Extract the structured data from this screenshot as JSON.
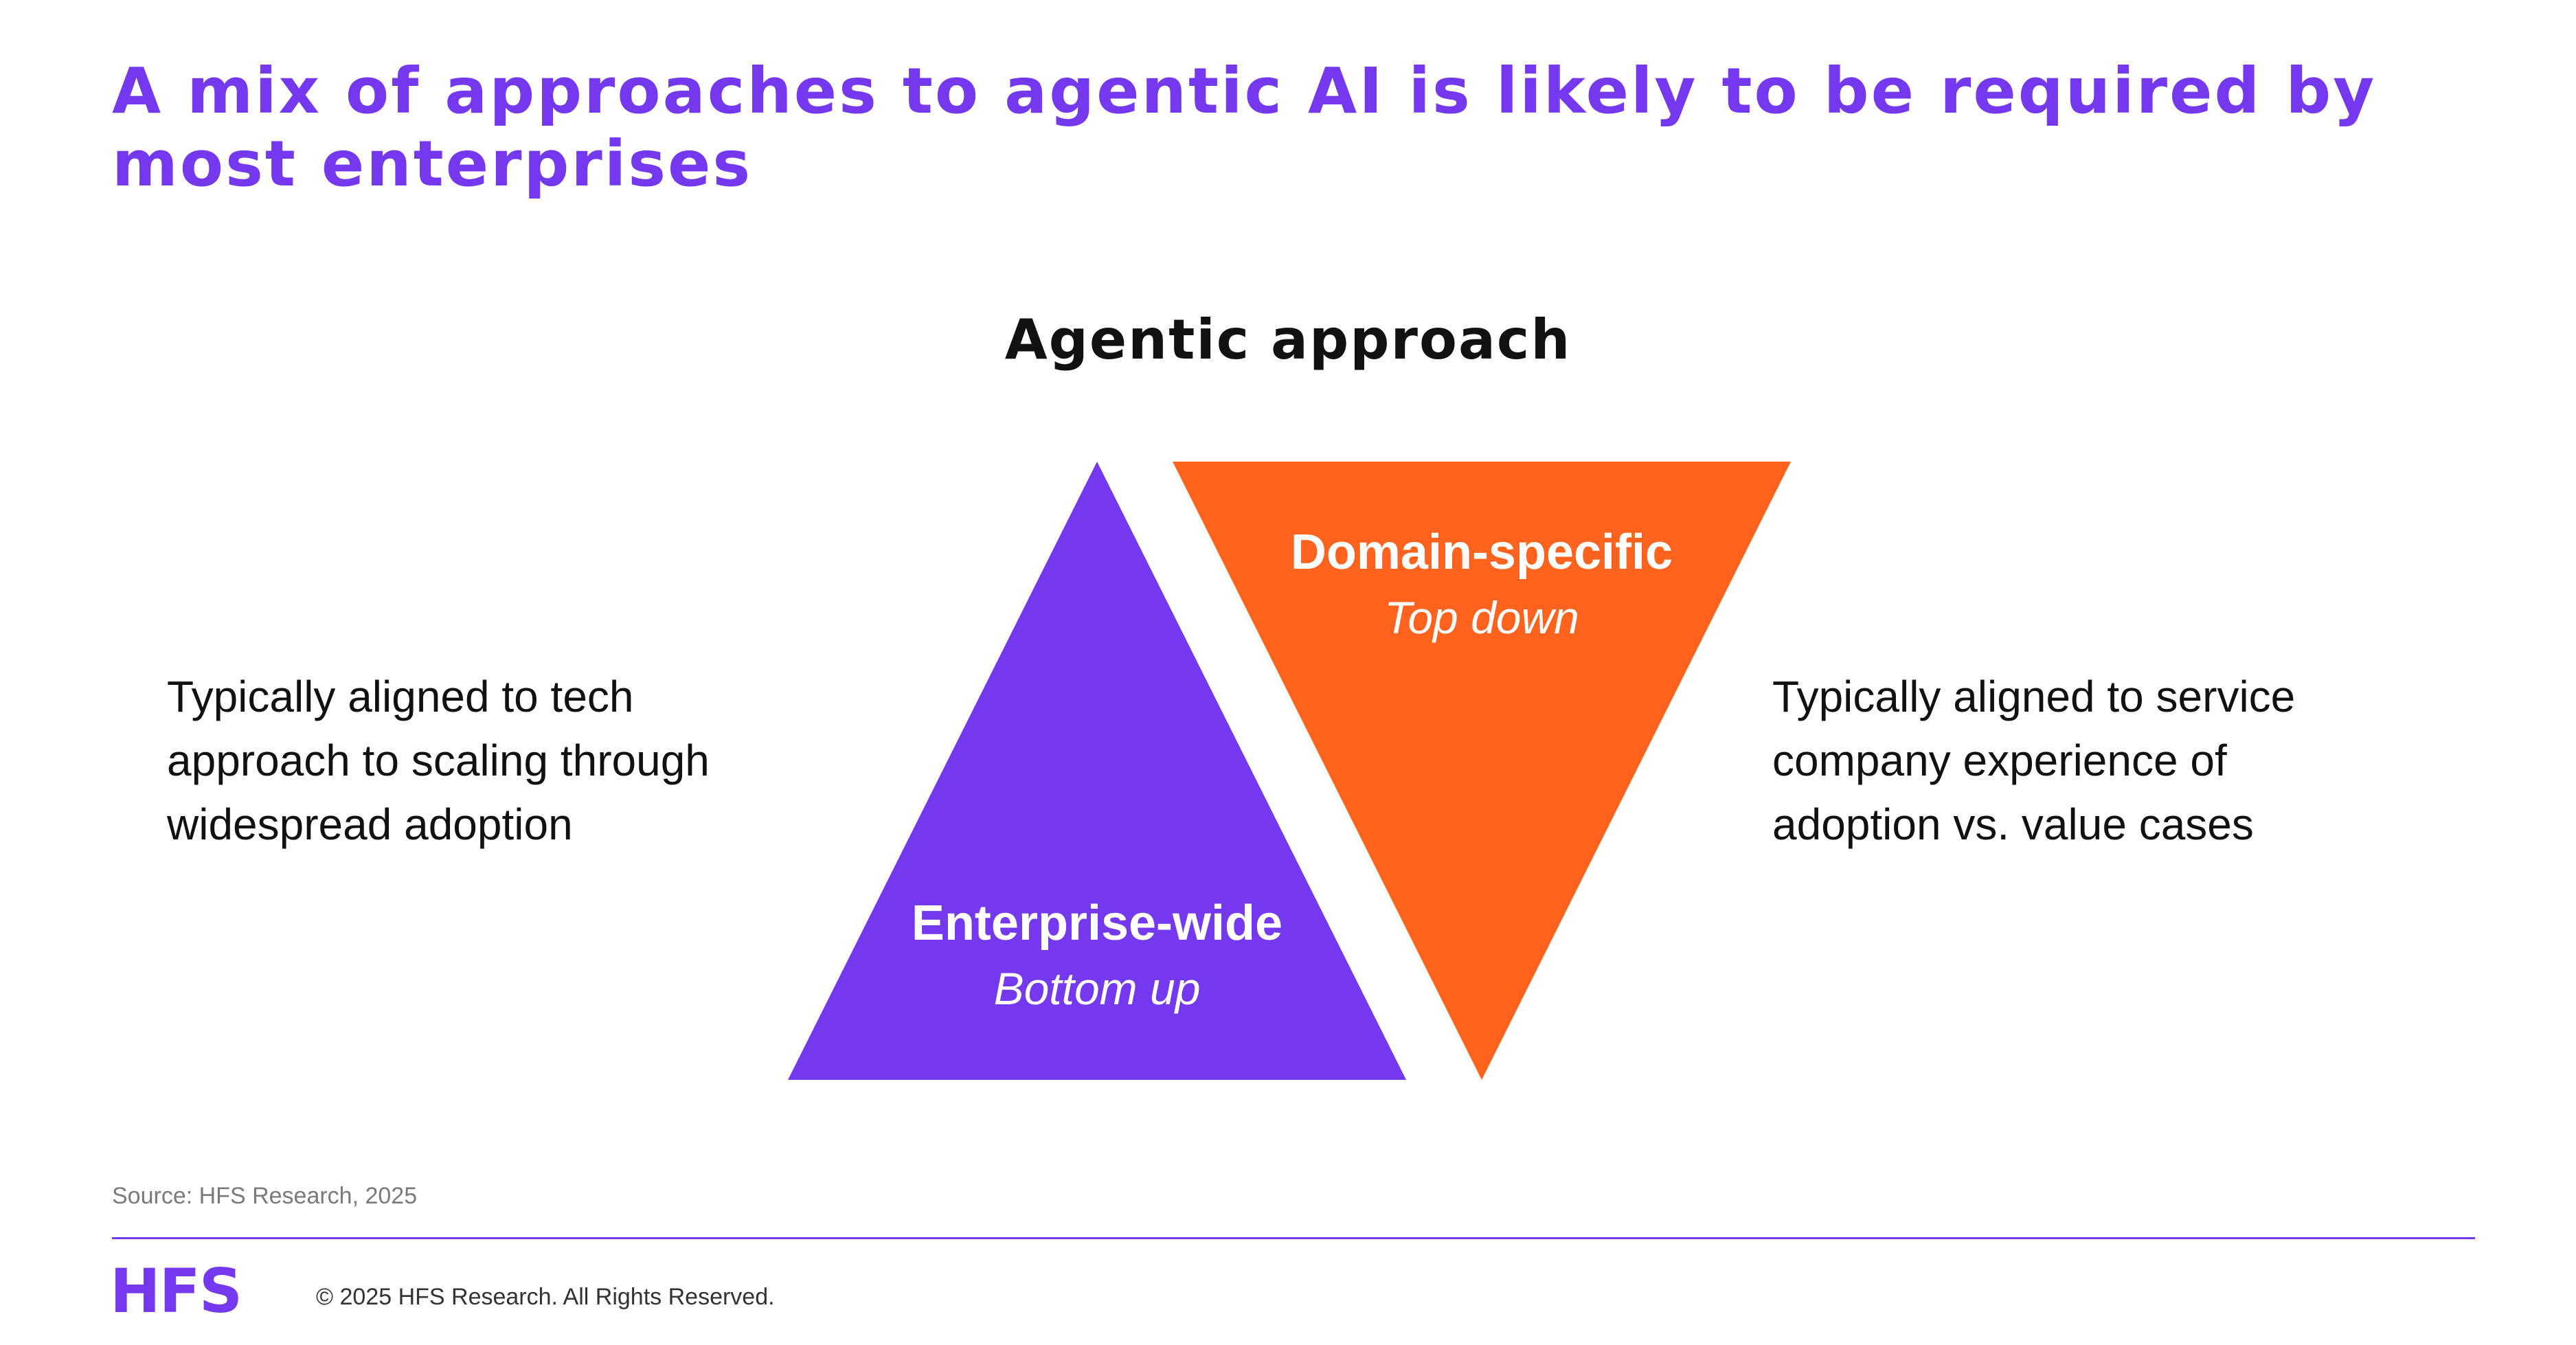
{
  "colors": {
    "purple": "#7439EE",
    "orange": "#FF631E",
    "text_dark": "#111111",
    "divider": "#7439EE"
  },
  "title": "A mix of approaches to agentic AI is likely to be required by most enterprises",
  "diagram": {
    "heading": "Agentic approach",
    "triangles": [
      {
        "name": "Enterprise-wide",
        "subtitle": "Bottom up",
        "orientation": "up",
        "color": "#7439EE"
      },
      {
        "name": "Domain-specific",
        "subtitle": "Top down",
        "orientation": "down",
        "color": "#FF631E"
      }
    ],
    "left_text": "Typically aligned to tech approach to scaling through widespread adoption",
    "right_text": "Typically aligned to service company experience of adoption vs. value cases"
  },
  "footer": {
    "source": "Source: HFS Research, 2025",
    "logo": "HFS",
    "copyright": "© 2025 HFS Research. All Rights Reserved."
  }
}
